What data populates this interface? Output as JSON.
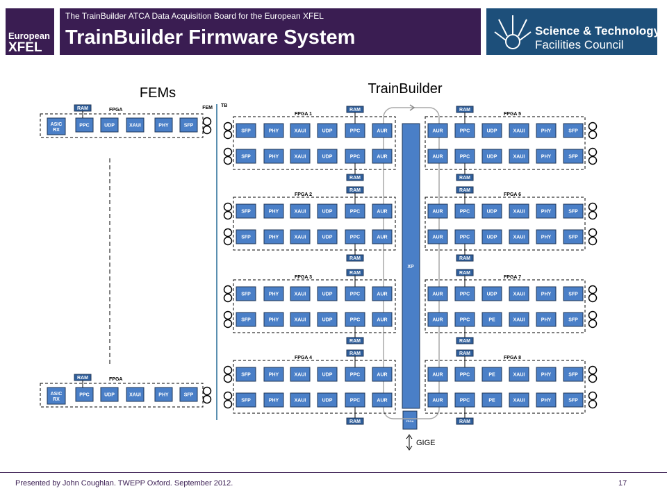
{
  "header": {
    "logo_line1": "European",
    "logo_line2": "XFEL",
    "subtitle": "The TrainBuilder ATCA Data Acquisition Board for the European XFEL",
    "title": "TrainBuilder Firmware System",
    "org_line1": "Science & Technology",
    "org_line2": "Facilities Council"
  },
  "diagram": {
    "fems_title": "FEMs",
    "tb_title": "TrainBuilder",
    "fem_label": "FEM",
    "tb_label": "TB",
    "fem_fpga_label": "FPGA",
    "fem_ram": "RAM",
    "fem_blocks": [
      "ASIC RX",
      "PPC",
      "UDP",
      "XAUI",
      "PHY",
      "SFP"
    ],
    "left_row": [
      "SFP",
      "PHY",
      "XAUI",
      "UDP",
      "PPC",
      "AUR"
    ],
    "right_rows": [
      [
        "AUR",
        "PPC",
        "UDP",
        "XAUI",
        "PHY",
        "SFP"
      ],
      [
        "AUR",
        "PPC",
        "UDP",
        "XAUI",
        "PHY",
        "SFP"
      ],
      [
        "AUR",
        "PPC",
        "UDP",
        "XAUI",
        "PHY",
        "SFP"
      ],
      [
        "AUR",
        "PPC",
        "UDP",
        "XAUI",
        "PHY",
        "SFP"
      ],
      [
        "AUR",
        "PPC",
        "UDP",
        "XAUI",
        "PHY",
        "SFP"
      ],
      [
        "AUR",
        "PPC",
        "PE",
        "XAUI",
        "PHY",
        "SFP"
      ],
      [
        "AUR",
        "PPC",
        "PE",
        "XAUI",
        "PHY",
        "SFP"
      ],
      [
        "AUR",
        "PPC",
        "PE",
        "XAUI",
        "PHY",
        "SFP"
      ]
    ],
    "fpga_left": [
      "FPGA 1",
      "FPGA 2",
      "FPGA 3",
      "FPGA 4"
    ],
    "fpga_right": [
      "FPGA 5",
      "FPGA 6",
      "FPGA 7",
      "FPGA 8"
    ],
    "ram_label": "RAM",
    "xp_label": "XP",
    "fpga_small": "FPGA",
    "gige_label": "GIGE"
  },
  "footer": {
    "presented_by": "Presented by John Coughlan. TWEPP Oxford. September 2012.",
    "page_number": "17"
  }
}
